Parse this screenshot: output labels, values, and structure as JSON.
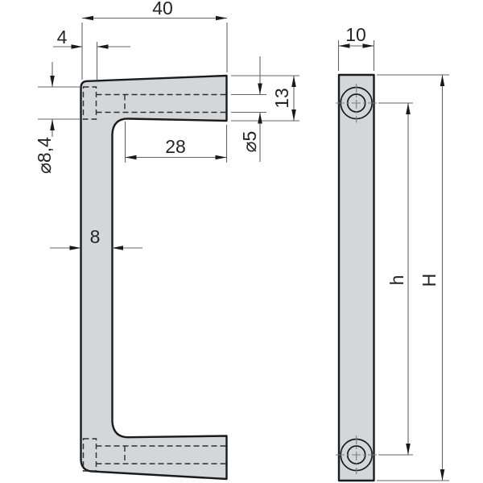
{
  "drawing": {
    "type": "technical-drawing",
    "subject": "handle-two-views",
    "side_view": {
      "dims": {
        "overall_width": "40",
        "counterbore_depth": "4",
        "end_height": "13",
        "hole_diameter": "⌀5",
        "hole_depth": "28",
        "counterbore_diameter": "⌀8,4",
        "bar_thickness": "8"
      }
    },
    "front_view": {
      "dims": {
        "width": "10",
        "hole_center_distance": "h",
        "overall_height": "H"
      }
    },
    "colors": {
      "part_fill": "#d3d7da",
      "part_outline": "#1a1a1f",
      "hidden_line": "#2e2e33",
      "dimension_line": "#646464",
      "text": "#242424",
      "background": "#ffffff"
    }
  }
}
